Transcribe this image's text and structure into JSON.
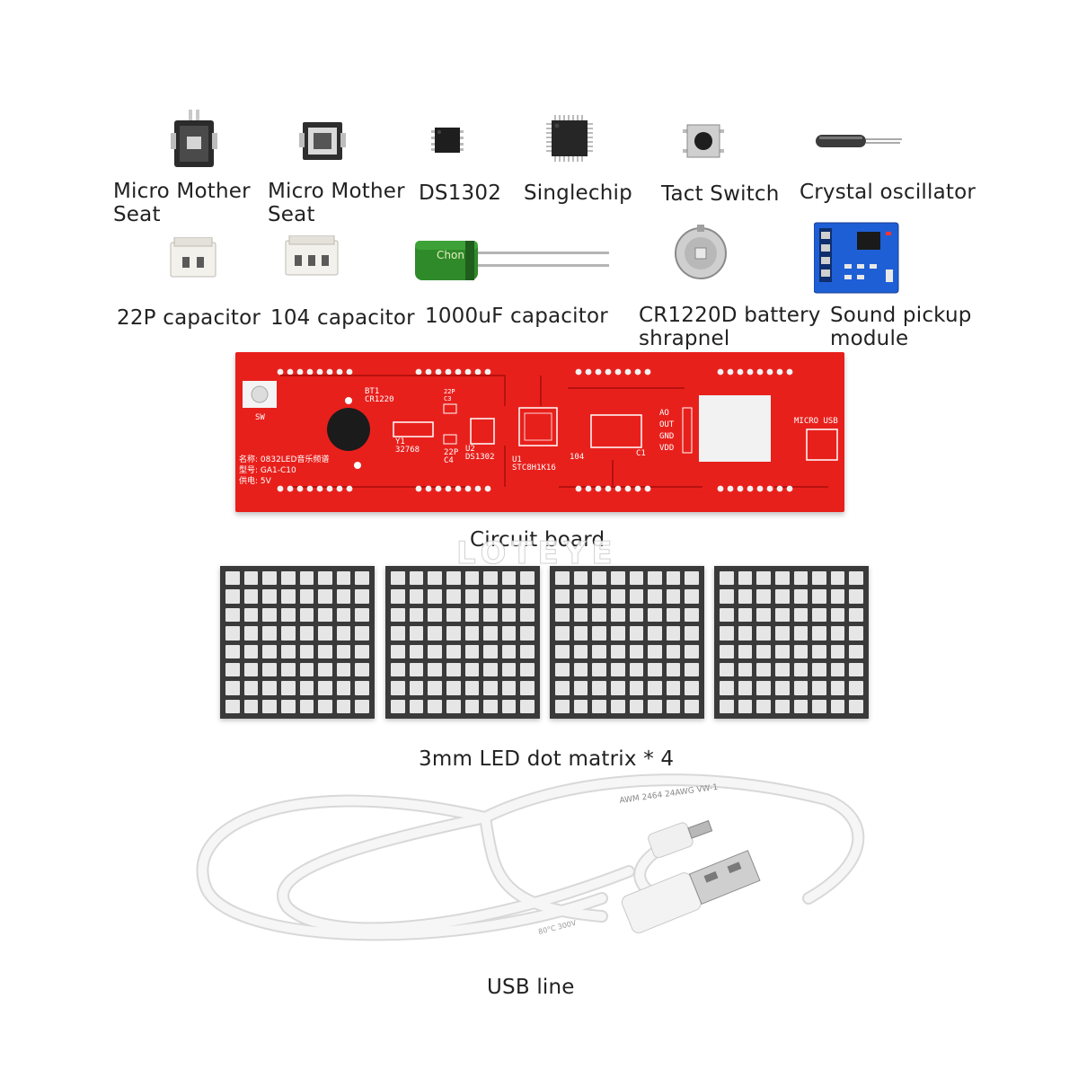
{
  "parts": {
    "micro_mother_seat_1": "Micro Mother\nSeat",
    "micro_mother_seat_2": "Micro Mother\nSeat",
    "ds1302": "DS1302",
    "singlechip": "Singlechip",
    "tact_switch": "Tact Switch",
    "crystal_oscillator": "Crystal oscillator",
    "capacitor_22p": "22P capacitor",
    "capacitor_104": "104 capacitor",
    "capacitor_1000uf": "1000uF capacitor",
    "battery_shrapnel": "CR1220D battery\nshrapnel",
    "sound_pickup": "Sound pickup\nmodule"
  },
  "board": {
    "label": "Circuit board",
    "silk_name": "名称: 0832LED音乐频谱",
    "silk_model": "型号: GA1-C10",
    "silk_power": "供电: 5V",
    "silk_sw": "SW",
    "silk_bt": "BT1\nCR1220",
    "silk_y1": "Y1\n32768",
    "silk_u2": "U2\nDS1302",
    "silk_u1": "U1\nSTC8H1K16",
    "silk_c4": "22P\nC4",
    "silk_c3": "22P\nC3",
    "silk_104": "104",
    "silk_c1": "C1",
    "silk_pins": "AO\nOUT\nGND\nVDD",
    "silk_usb": "MICRO USB"
  },
  "matrix_label": "3mm LED dot matrix * 4",
  "usb_label": "USB line",
  "cable_print": "AWM 2464 24AWG VW-1",
  "cable_print_2": "80°C 300V",
  "watermark": "LOTEYE",
  "colors": {
    "pcb_red": "#e8201c",
    "module_blue": "#1f5fd6",
    "capacitor_green": "#2f8a2a",
    "matrix_frame": "#3a3a3a",
    "matrix_dot": "#e6e6e6",
    "cable_white": "#f4f4f4"
  }
}
